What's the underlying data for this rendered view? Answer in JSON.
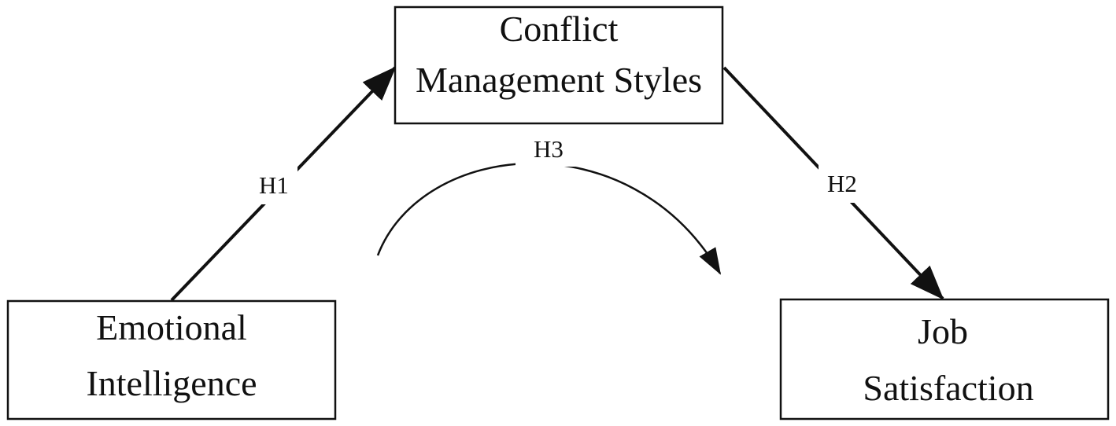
{
  "nodes": {
    "conflict_management_styles": {
      "line1": "Conflict",
      "line2": "Management Styles"
    },
    "emotional_intelligence": {
      "line1": "Emotional",
      "line2": "Intelligence"
    },
    "job_satisfaction": {
      "line1": "Job",
      "line2": "Satisfaction"
    }
  },
  "edges": {
    "h1": {
      "label": "H1",
      "from": "Emotional Intelligence",
      "to": "Conflict Management Styles"
    },
    "h2": {
      "label": "H2",
      "from": "Conflict Management Styles",
      "to": "Job Satisfaction"
    },
    "h3": {
      "label": "H3",
      "from": "Emotional Intelligence",
      "to": "Job Satisfaction"
    }
  },
  "colors": {
    "stroke": "#111111",
    "background": "#ffffff"
  }
}
